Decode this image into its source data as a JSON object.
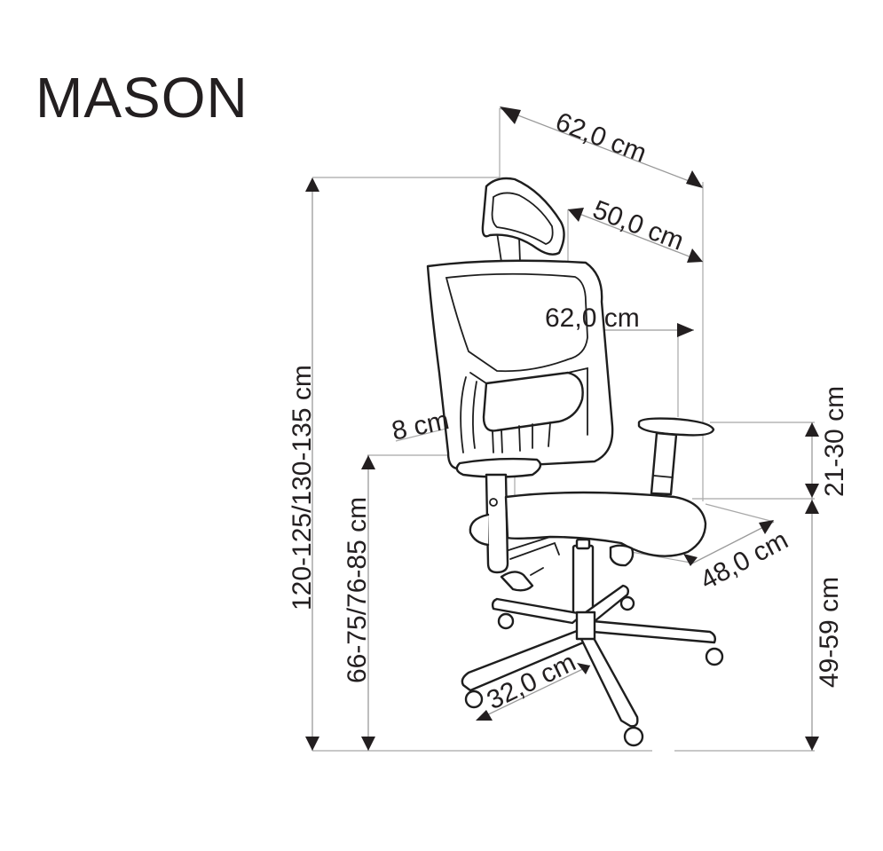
{
  "title": "MASON",
  "colors": {
    "ink": "#231f20",
    "dimension_line": "#9a9a9a",
    "background": "#ffffff"
  },
  "dimensions": {
    "overall_depth_top": "62,0 cm",
    "backrest_depth": "50,0 cm",
    "overall_width": "62,0 cm",
    "lumbar_adjust": "8 cm",
    "armrest_height_adjust": "21-30 cm",
    "seat_depth": "48,0 cm",
    "seat_height": "49-59 cm",
    "total_height": "120-125/130-135 cm",
    "armrest_floor_height": "66-75/76-85 cm",
    "base_radius": "32,0 cm"
  }
}
